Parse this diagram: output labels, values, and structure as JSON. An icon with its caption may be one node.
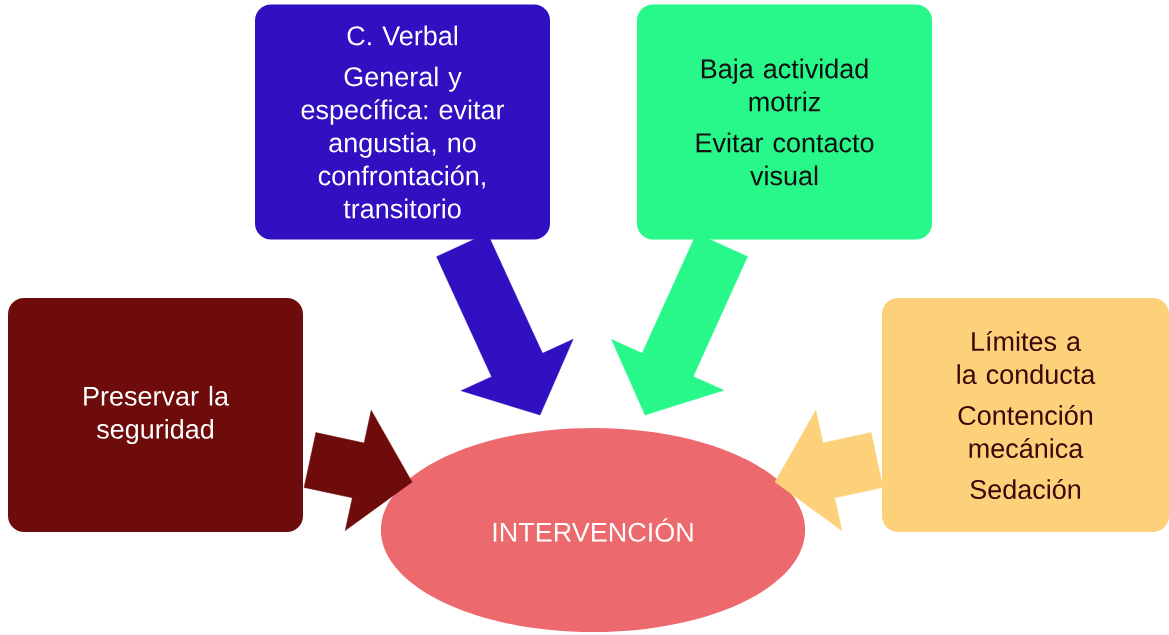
{
  "diagram": {
    "nodes": [
      {
        "text": [
          "Preservar la seguridad"
        ]
      },
      {
        "text": [
          "C. Verbal",
          "General y específica: evitar angustia, no confrontación, transitorio"
        ]
      },
      {
        "text": [
          "Baja actividad motriz",
          "Evitar contacto visual"
        ]
      },
      {
        "text": [
          "Límites a la conducta",
          "Contención mecánica",
          "Sedación"
        ]
      },
      {
        "text": [
          "INTERVENCIÓN"
        ]
      }
    ],
    "edges": [
      {
        "from": 0,
        "to": 4,
        "arrow": "to",
        "style": "thick",
        "color": "#6e0c0c"
      },
      {
        "from": 1,
        "to": 4,
        "arrow": "to",
        "style": "thick",
        "color": "#3010c0"
      },
      {
        "from": 2,
        "to": 4,
        "arrow": "to",
        "style": "thick",
        "color": "#28f88a"
      },
      {
        "from": 3,
        "to": 4,
        "arrow": "to",
        "style": "thick",
        "color": "#fdd07a"
      }
    ]
  }
}
